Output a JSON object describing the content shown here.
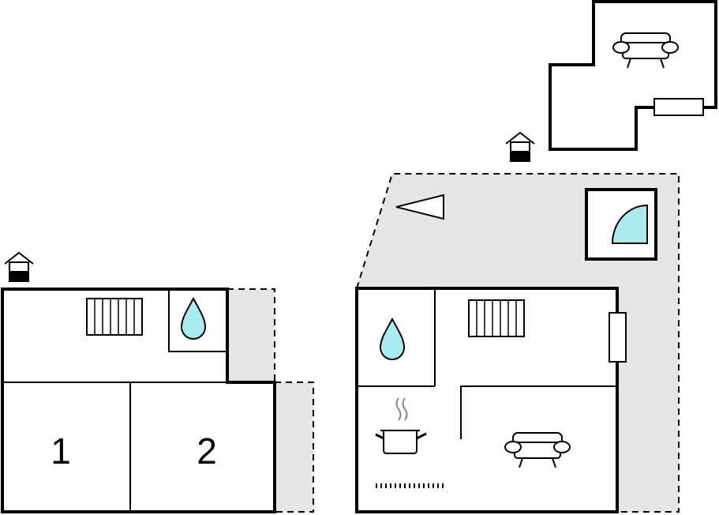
{
  "floorplan": {
    "rooms": [
      {
        "id": "bedroom-1",
        "label": "1"
      },
      {
        "id": "bedroom-2",
        "label": "2"
      }
    ],
    "icons": [
      "entrance-icon",
      "radiator-icon",
      "bathroom-water-drop-icon",
      "kitchen-pot-icon",
      "stove-hob-icon",
      "sofa-icon",
      "shower-icon",
      "window-icon",
      "compass-north-arrow-icon"
    ],
    "colors": {
      "wall": "#000000",
      "outdoor_area": "#e5e5e5",
      "water": "#a8ecf0",
      "background": "#ffffff"
    }
  }
}
